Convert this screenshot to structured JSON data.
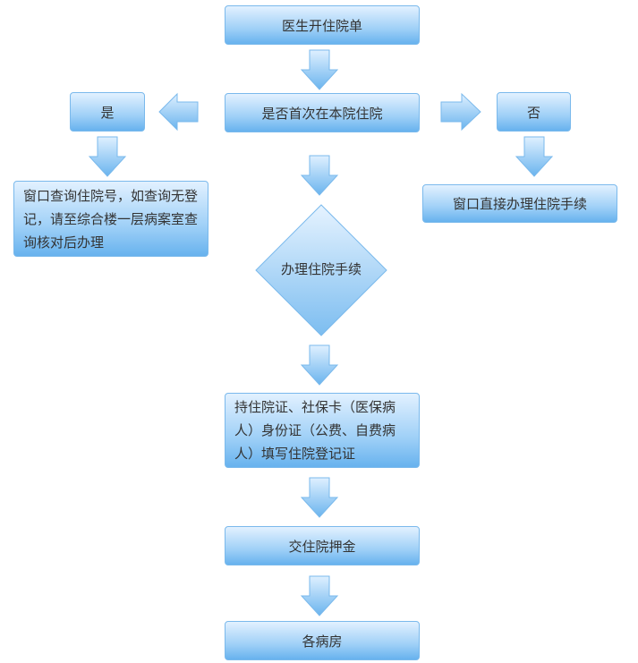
{
  "nodes": {
    "start": "医生开住院单",
    "question": "是否首次在本院住院",
    "yes": "是",
    "no": "否",
    "yes_action": "窗口查询住院号，如查询无登记，请至综合楼一层病案室查询核对后办理",
    "no_action": "窗口直接办理住院手续",
    "process": "办理住院手续",
    "documents": "持住院证、社保卡（医保病人）身份证（公费、自费病人）填写住院登记证",
    "deposit": "交住院押金",
    "ward": "各病房"
  },
  "colors": {
    "box_top": "#e2f1ff",
    "box_bottom": "#67b2ee",
    "border": "#7ab9ec"
  }
}
